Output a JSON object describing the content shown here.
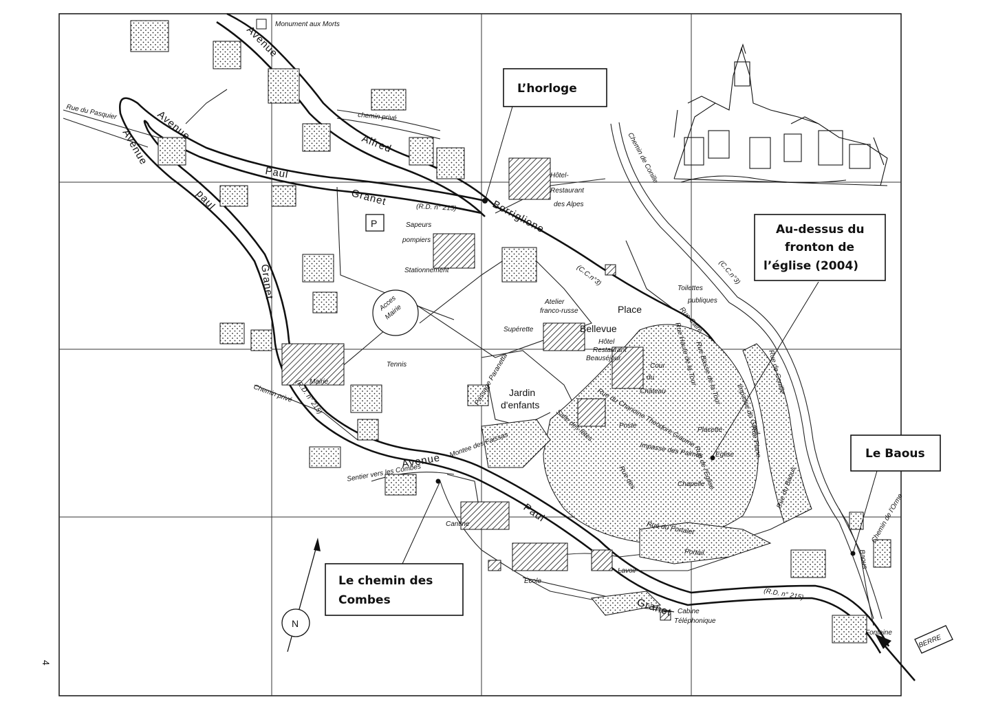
{
  "callouts": {
    "horloge": "L’horloge",
    "fronton_line1": "Au-dessus du",
    "fronton_line2": "fronton de",
    "fronton_line3": "l’église (2004)",
    "baous": "Le Baous",
    "combes_line1": "Le chemin des",
    "combes_line2": "Combes",
    "berre": "BERRE"
  },
  "roads": {
    "avenue_top": "Avenue",
    "alfred": "Alfred",
    "borriglione": "Borriglione",
    "cc3": "(C.C.n°3)",
    "paul_upper": "Paul",
    "granet_upper": "Granet",
    "rd215_upper": "(R.D. n° 215)",
    "avenue_left1": "Avenue",
    "avenue_left2": "Avenue",
    "paul_left": "paul",
    "granet_left": "Granet",
    "rd215_left": "(R.D. n° 215)",
    "avenue_bottom": "Avenue",
    "paul_bottom": "Paul",
    "granet_bottom": "Granet",
    "rd215_bottom": "(R.D. n° 215)",
    "montee_faissas": "Montee des Faissas",
    "rue_pasquier": "Rue du Pasquier",
    "chemin_conille": "Chemin de Conille",
    "chemin_conille_cc": "(C.C.n°3)",
    "rue_conille": "Rue de Conille",
    "rue_baous": "Rue du Baous",
    "baous_road": "Baous",
    "rue_plane": "Rue Plane",
    "rue_portalet": "Rue du Portalet",
    "rue_portail": "Portail",
    "rue_chanoine": "Rue du Chanoine Theodore Giaume",
    "rue_haute_tour": "Rue Haute de la Tour",
    "rue_basse_tour": "Rue Basse de la Tour",
    "rue_caire": "Rue Caire",
    "rue_eglise": "Rue de l'Eglise",
    "rue_des": "Rue des",
    "passage_paranetta": "Passage Paranetta",
    "chemin_prive_top": "chemin privé",
    "chemin_prive_left": "Chemin privé",
    "sentier_combes": "Sentier vers les Combes",
    "impasse_gneil": "Impasse du Gneil",
    "impasse_palmes": "Impasse des Palmes"
  },
  "places": {
    "monument": "Monument aux Morts",
    "hotel_alpes_1": "Hôtel-",
    "hotel_alpes_2": "Restaurant",
    "hotel_alpes_3": "des Alpes",
    "parking": "P",
    "sapeurs_1": "Sapeurs",
    "sapeurs_2": "pompiers",
    "stationnement": "Stationnement",
    "acces_mairie_1": "Acces",
    "acces_mairie_2": "Mairie",
    "atelier_1": "Atelier",
    "atelier_2": "franco-russe",
    "superette": "Supérette",
    "place": "Place",
    "bellevue": "Bellevue",
    "hotel_beausejour_1": "Hôtel",
    "hotel_beausejour_2": "Restaurant",
    "hotel_beausejour_3": "Beauséjour",
    "toilettes_1": "Toilettes",
    "toilettes_2": "publiques",
    "cour": "Cour",
    "du": "du",
    "chateau": "Château",
    "tennis": "Tennis",
    "mairie": "Mairie",
    "jardin_1": "Jardin",
    "jardin_2": "d'enfants",
    "salle_fetes": "Salle des fêtes",
    "poste": "Poste",
    "placette": "Placette",
    "eglise": "Eglise",
    "chapelle": "Chapelle",
    "cantine": "Cantine",
    "ecole": "École",
    "lavoir": "Lavoir",
    "cabine_1": "Cabine",
    "cabine_2": "Téléphonique",
    "fontaine": "Fontaine",
    "chemin_orme": "Chemin de l'Orme"
  },
  "compass": "N",
  "page_mark": "4"
}
